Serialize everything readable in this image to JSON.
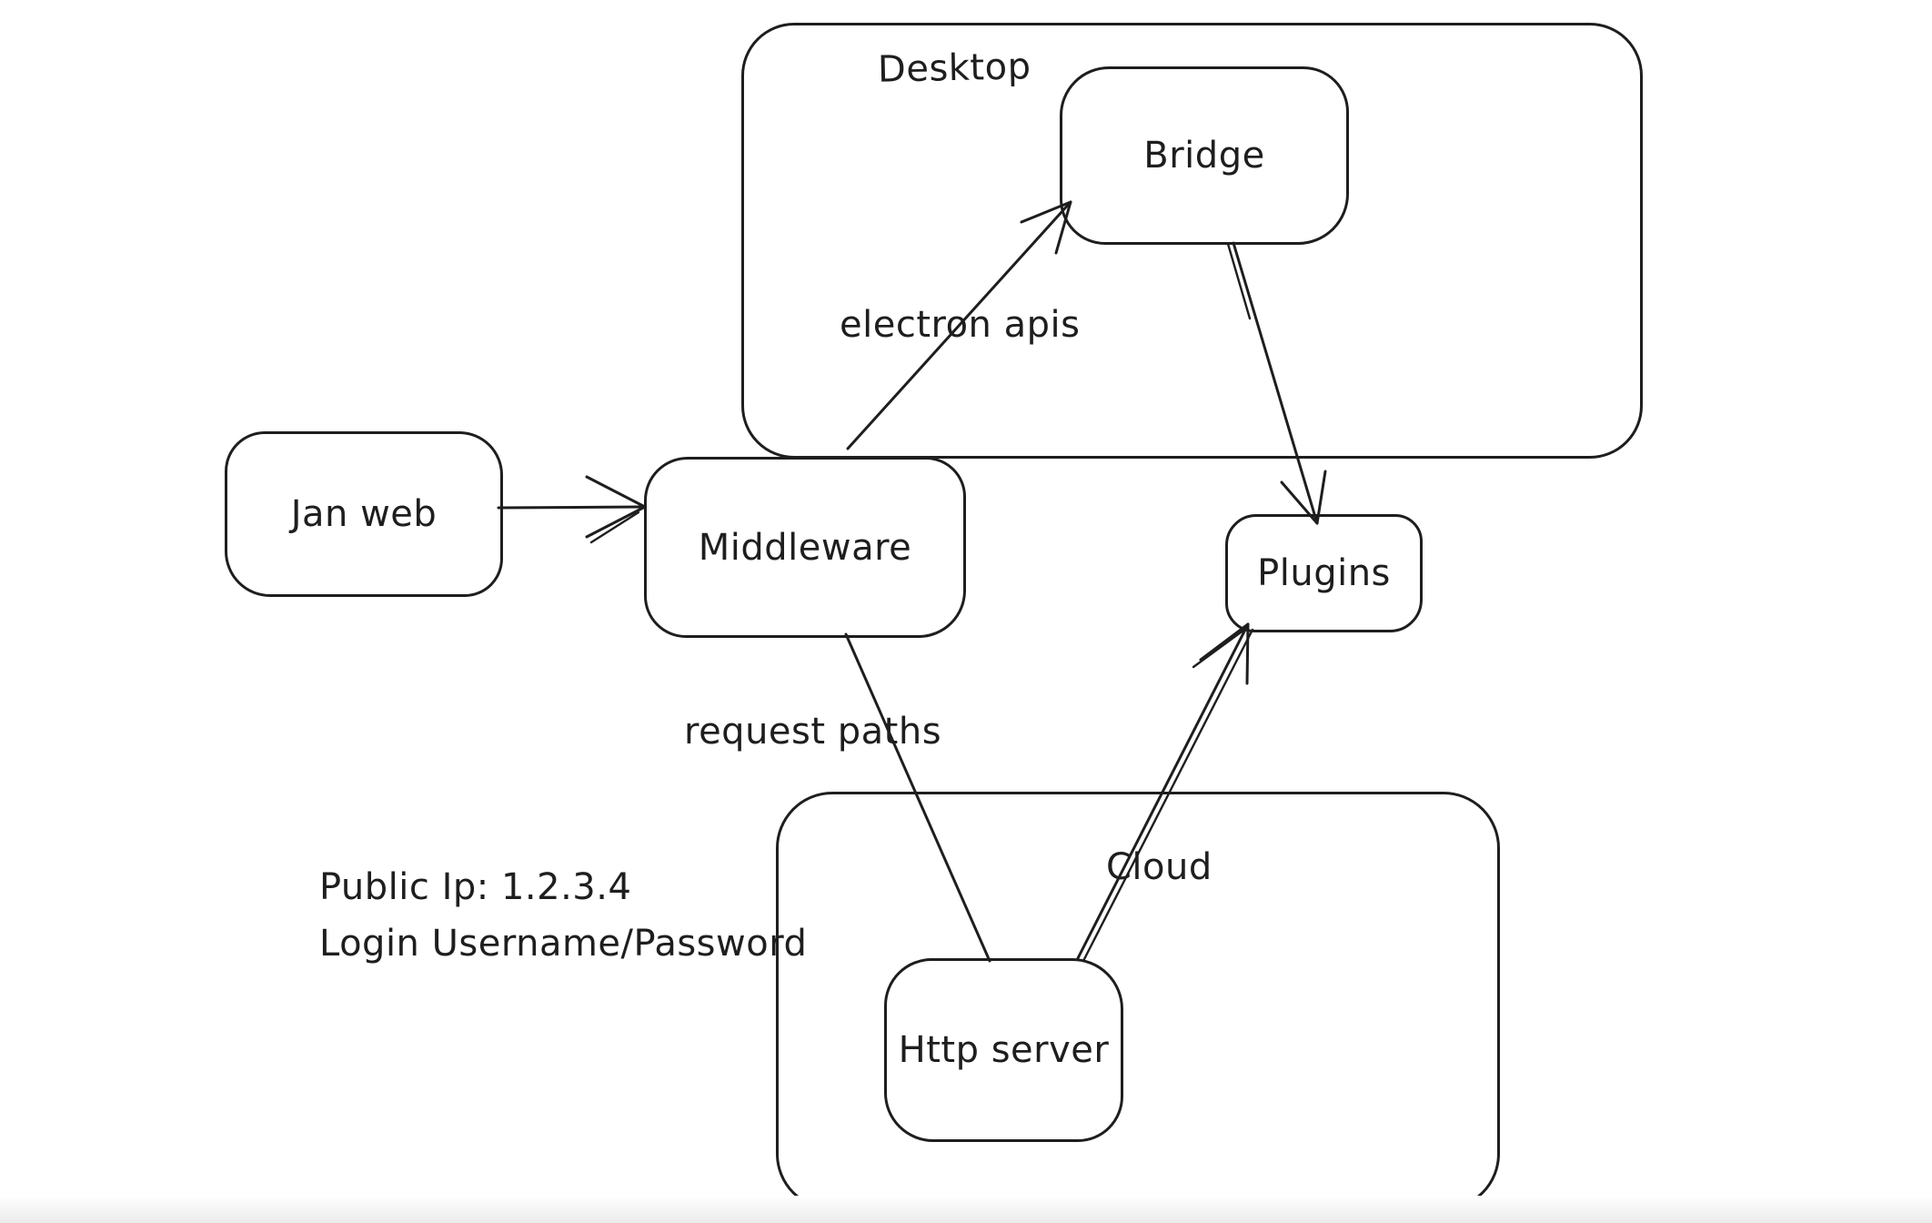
{
  "canvas": {
    "colors": {
      "stroke": "#1e1e1e",
      "background": "#ffffff",
      "bottom_edge": "#ebebeb"
    }
  },
  "containers": [
    {
      "id": "desktop",
      "label": "Desktop"
    },
    {
      "id": "cloud",
      "label": "Cloud"
    }
  ],
  "nodes": [
    {
      "id": "jan-web",
      "label": "Jan web"
    },
    {
      "id": "middleware",
      "label": "Middleware"
    },
    {
      "id": "bridge",
      "label": "Bridge"
    },
    {
      "id": "plugins",
      "label": "Plugins"
    },
    {
      "id": "http-server",
      "label": "Http server"
    }
  ],
  "edges": [
    {
      "from": "jan-web",
      "to": "middleware",
      "label": "",
      "arrowhead": "end"
    },
    {
      "from": "middleware",
      "to": "bridge",
      "label": "electron apis",
      "arrowhead": "end"
    },
    {
      "from": "bridge",
      "to": "plugins",
      "label": "",
      "arrowhead": "end"
    },
    {
      "from": "middleware",
      "to": "http-server",
      "label": "request paths",
      "arrowhead": "none"
    },
    {
      "from": "http-server",
      "to": "plugins",
      "label": "",
      "arrowhead": "end"
    }
  ],
  "notes": {
    "public_ip": "Public Ip: 1.2.3.4",
    "login": "Login Username/Password"
  }
}
